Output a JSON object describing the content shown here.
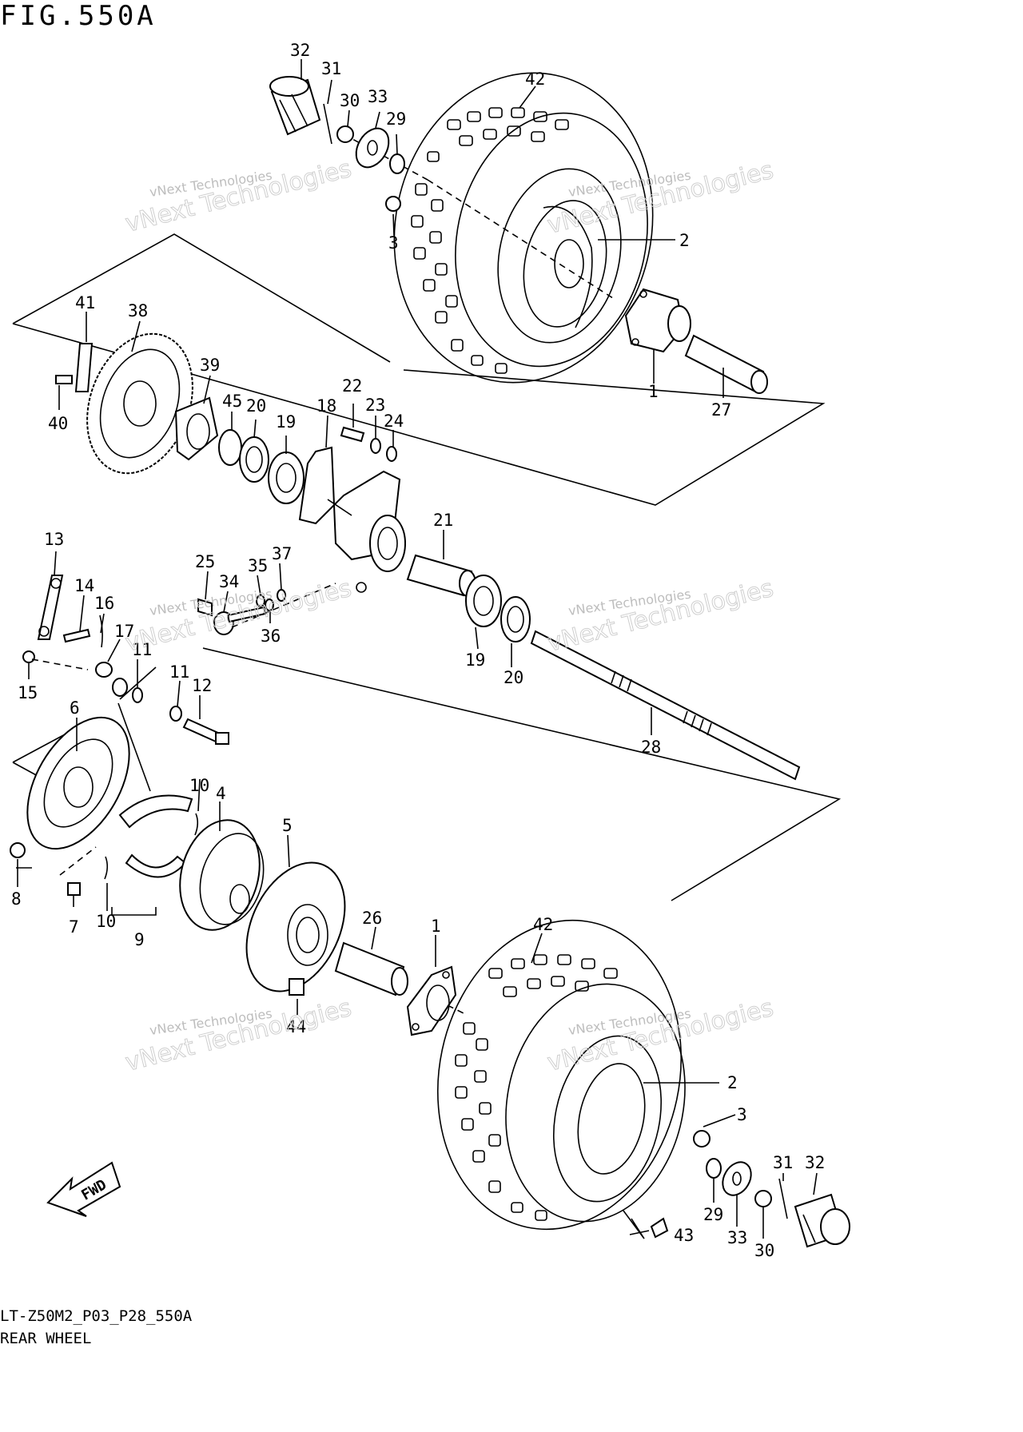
{
  "figure_title": "FIG.550A",
  "diagram_code": "LT-Z50M2_P03_P28_550A",
  "diagram_name": "REAR WHEEL",
  "watermark_line1": "vNext Technologies",
  "watermark_big": "vNext Technologies",
  "fwd_label": "FWD",
  "callouts": {
    "c32a": "32",
    "c31a": "31",
    "c30a": "30",
    "c33a": "33",
    "c29a": "29",
    "c42a": "42",
    "c3a": "3",
    "c2a": "2",
    "c1a": "1",
    "c27": "27",
    "c41": "41",
    "c38": "38",
    "c40": "40",
    "c39": "39",
    "c45": "45",
    "c20a": "20",
    "c19a": "19",
    "c18": "18",
    "c22": "22",
    "c23": "23",
    "c24": "24",
    "c13": "13",
    "c14": "14",
    "c16": "16",
    "c15": "15",
    "c17": "17",
    "c11a": "11",
    "c11b": "11",
    "c12": "12",
    "c25": "25",
    "c34": "34",
    "c35": "35",
    "c37": "37",
    "c36": "36",
    "c21": "21",
    "c19b": "19",
    "c20b": "20",
    "c28": "28",
    "c6": "6",
    "c8": "8",
    "c7": "7",
    "c10a": "10",
    "c10b": "10",
    "c4": "4",
    "c9": "9",
    "c5": "5",
    "c26": "26",
    "c44": "44",
    "c1b": "1",
    "c42b": "42",
    "c2b": "2",
    "c3b": "3",
    "c29b": "29",
    "c33b": "33",
    "c30b": "30",
    "c31b": "31",
    "c32b": "32",
    "c43": "43"
  }
}
